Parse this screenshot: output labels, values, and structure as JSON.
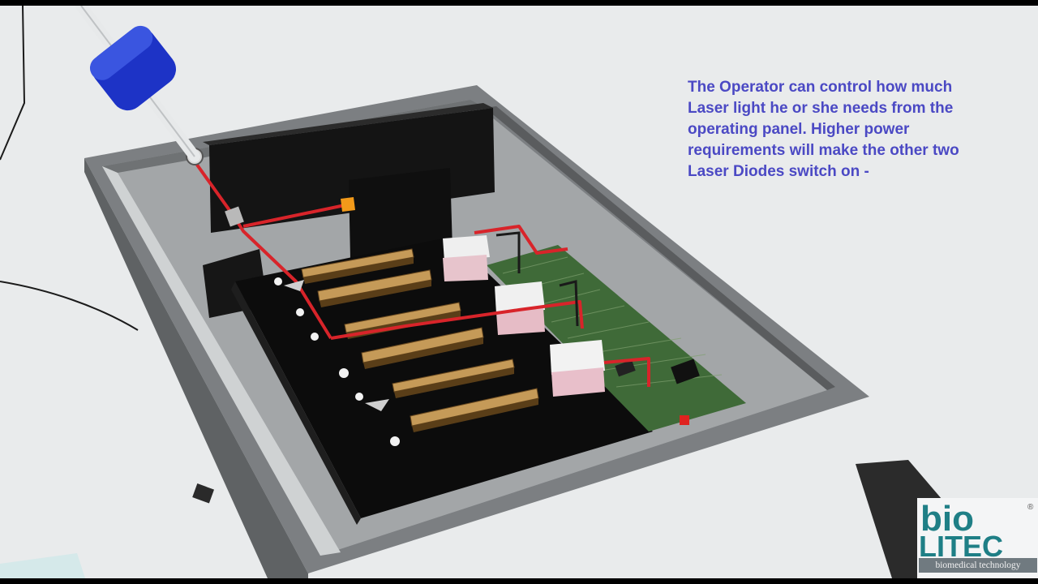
{
  "caption": {
    "lines": [
      "The Operator can control how much",
      "Laser light he or she needs from the",
      "operating panel. Higher power",
      "requirements will make the other two",
      "Laser Diodes switch on -"
    ]
  },
  "logo": {
    "wordmark_top": "bio",
    "wordmark_bottom": "LITEC",
    "registered": "®",
    "tagline": "biomedical technology"
  },
  "colors": {
    "caption_text": "#4b49c4",
    "logo_teal": "#1f7f86",
    "laser_beam": "#d8242a",
    "fiber_connector": "#1d33c6",
    "housing_gray": "#8f9193",
    "pcb_green": "#3f6a38"
  }
}
